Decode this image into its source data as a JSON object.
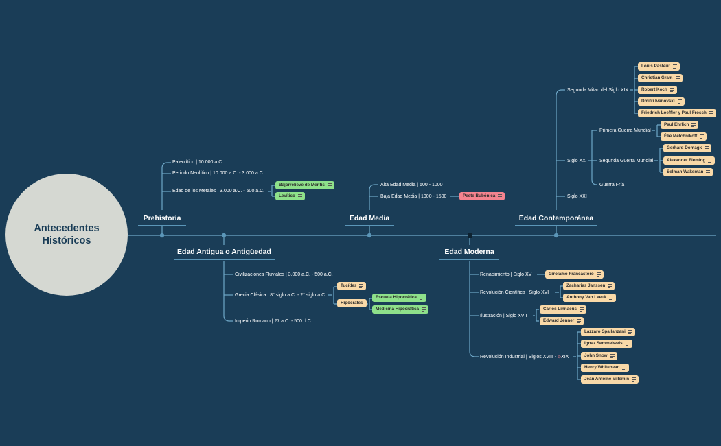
{
  "root": {
    "line1": "Antecedentes",
    "line2": "Históricos"
  },
  "eras": {
    "prehistoria": "Prehistoria",
    "antigua": "Edad Antigua o Antigüedad",
    "media": "Edad Media",
    "moderna": "Edad Moderna",
    "contemporanea": "Edad Contemporánea"
  },
  "prehistoria": {
    "paleolitico": "Paleolítico  |  10.000 a.C.",
    "neolitico": "Periodo Neolítico  | 10.000 a.C. - 3.000 a.C.",
    "metales": "Edad de los Metales  |  3.000 a.C. - 500 a.C.",
    "bajorrelieve": "Bajorrelieve de Menfis",
    "levitico": "Levítico"
  },
  "antigua": {
    "fluviales": "Civilizaciones Fluviales  |  3.000 a.C. - 500 a.C.",
    "grecia": "Grecia Clásica  |  8° siglo a.C. - 2° siglo a.C.",
    "tucidides": "Tucídes",
    "hipocrates": "Hipócrates",
    "escuela": "Escuela Hipocrática",
    "medicina": "Medicina Hipocrática",
    "romano": "Imperio Romano  |  27 a.C. - 500 d.C."
  },
  "media": {
    "alta": "Alta Edad Media  |  500 - 1000",
    "baja": "Baja Edad Media  |  1000 - 1500",
    "peste": "Peste Bubónica"
  },
  "moderna": {
    "renacimiento": "Renacimiento  |  Siglo XV",
    "fracastoro": "Girolamo Francastoro",
    "cientifica": "Revolución Científica  |  Siglo XVI",
    "janssen": "Zacharias Janssen",
    "leeuk": "Anthony Van Leeuk",
    "ilustracion": "Ilustración  |  Siglo XVII",
    "linnaeus": "Carlos Linnaeus",
    "jenner": "Edward Jenner",
    "industrial": "Revolución Industrial  |  Siglos XVIII - ",
    "industrial_icon": "⊙",
    "industrial_end": "XIX",
    "spallanzani": "Lazzaro Spallanzani",
    "semmelweis": "Ignaz Semmelweis",
    "snow": "John Snow",
    "whitehead": "Henry Whitehead",
    "villemin": "Jean Antoine Villemin"
  },
  "contemporanea": {
    "xix": "Segunda Mitad del Siglo XIX",
    "pasteur": "Louis Pasteur",
    "gram": "Christian Gram",
    "koch": "Robert Koch",
    "ivanovski": "Dmitri Ivanovski",
    "loeffler": "Friedrich Loeffler y Paul Frosch",
    "xx": "Siglo XX",
    "primera": "Primera Guerra Mundial",
    "ehrlich": "Paul Ehrlich",
    "metchnikoff": "Élie Metchnikoff",
    "segunda": "Segunda Guerra Mundial",
    "domagk": "Gerhard Domagk",
    "fleming": "Alexander Fleming",
    "waksman": "Selman Waksman",
    "fria": "Guerra Fría",
    "xxi": "Siglo XXI"
  },
  "colors": {
    "background": "#1a3d57",
    "line": "#5b96b8",
    "orange": "#f9d9a8",
    "green": "#8ee08a",
    "pink": "#f4838f",
    "root": "#d5d8d2"
  }
}
